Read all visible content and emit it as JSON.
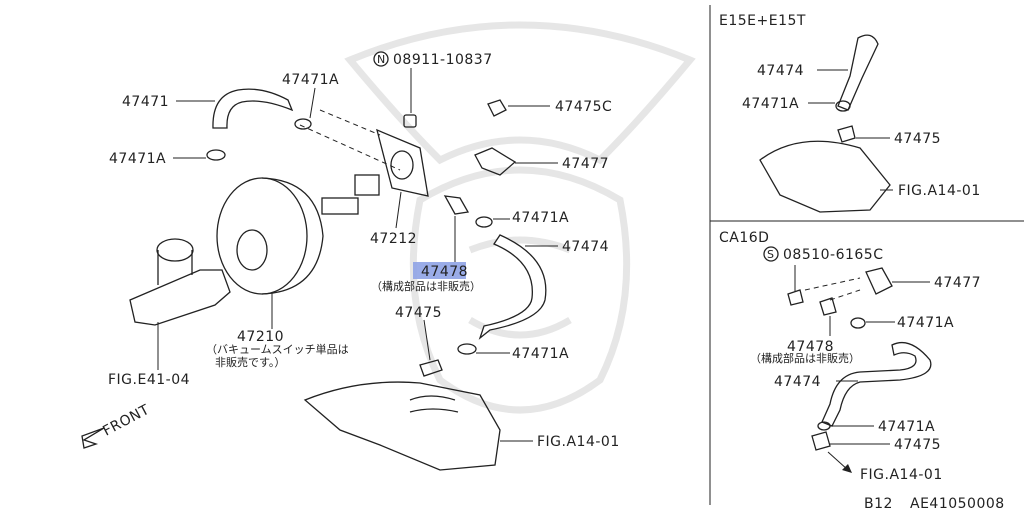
{
  "main": {
    "parts": {
      "p47471": "47471",
      "p47471A_top": "47471A",
      "p47471A_left": "47471A",
      "p47471A_mid": "47471A",
      "p47471A_low": "47471A",
      "p47475C": "47475C",
      "p47477": "47477",
      "p47212": "47212",
      "p47474": "47474",
      "p47478": "47478",
      "p47210": "47210",
      "p47475": "47475",
      "bolt_code": "08911-10837",
      "bolt_prefix": "N"
    },
    "notes": {
      "n47478": "（構成部品は非販売）",
      "n47210_line1": "（バキュームスイッチ単品は",
      "n47210_line2": "非販売です。）"
    },
    "refs": {
      "fig_e41": "FIG.E41-04",
      "fig_a14": "FIG.A14-01",
      "front": "FRONT"
    }
  },
  "panel_e15": {
    "title": "E15E+E15T",
    "p47474": "47474",
    "p47471A": "47471A",
    "p47475": "47475",
    "fig": "FIG.A14-01"
  },
  "panel_ca16": {
    "title": "CA16D",
    "screw_prefix": "S",
    "screw_code": "08510-6165C",
    "p47477": "47477",
    "p47471A_a": "47471A",
    "p47478": "47478",
    "note": "（構成部品は非販売）",
    "p47474": "47474",
    "p47471A_b": "47471A",
    "p47475": "47475",
    "fig": "FIG.A14-01"
  },
  "footer": {
    "page": "B12",
    "code": "AE41050008"
  },
  "colors": {
    "highlight": "#8fa3e6",
    "line": "#222222",
    "watermark": "#e6e6e6"
  }
}
